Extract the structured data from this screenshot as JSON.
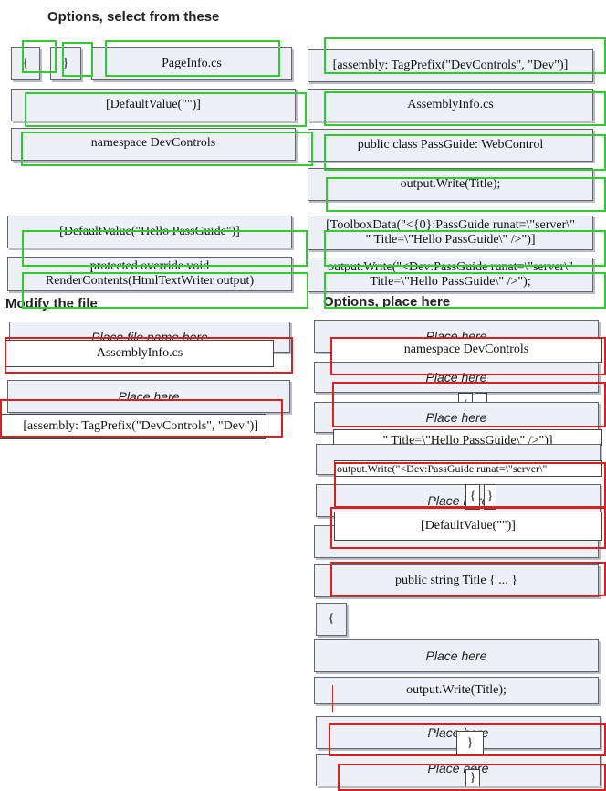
{
  "headers": {
    "options_select": "Options, select from these",
    "modify_file": "Modify the file",
    "options_place": "Options, place here"
  },
  "options_left": {
    "open_brace": "{",
    "close_brace": "}",
    "pageinfo": "PageInfo.cs",
    "default_value_empty": "[DefaultValue(\"\")]",
    "namespace": "namespace DevControls",
    "default_value_hello": "[DefaultValue(\"Hello PassGuide\")]",
    "render_contents_1": "protected override void",
    "render_contents_2": "RenderContents(HtmlTextWriter output)"
  },
  "options_right": {
    "assembly_tagprefix": "[assembly: TagPrefix(\"DevControls\", \"Dev\")]",
    "assemblyinfo": "AssemblyInfo.cs",
    "public_class": "public class PassGuide: WebControl",
    "output_write_title": "output.Write(Title);",
    "toolbox_data_1": "[ToolboxData(\"<{0}:PassGuide runat=\\\"server\\\"",
    "toolbox_data_2": "\" Title=\\\"Hello PassGuide\\\" />\")]",
    "output_write_dev_1": "output.Write(\"<Dev:PassGuide runat=\\\"server\\\"",
    "output_write_dev_2": "Title=\\\"Hello PassGuide\\\" />\");"
  },
  "modify_file": {
    "slot_1_placeholder": "Place file name here",
    "slot_1_value": "AssemblyInfo.cs",
    "slot_2_placeholder": "Place here",
    "slot_2_value": "[assembly: TagPrefix(\"DevControls\", \"Dev\")]"
  },
  "place_here": {
    "placeholder": "Place here",
    "slot_1_value": "namespace DevControls",
    "slot_2_value": "{",
    "slot_3_value": "\" Title=\\\"Hello PassGuide\\\" />\")]",
    "slot_4_value": "output.Write(\"<Dev:PassGuide runat=\\\"server\\\"",
    "slot_5_value_left": "{",
    "slot_5_value_right": "}",
    "slot_6_value": "[DefaultValue(\"\")]",
    "static_public_string": "public string Title { ... }",
    "static_open_brace": "{",
    "static_output_write": "output.Write(Title);",
    "slot_9_value": "}",
    "slot_10_value": "}"
  }
}
